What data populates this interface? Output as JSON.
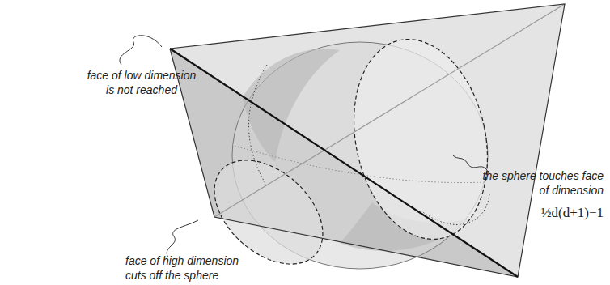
{
  "diagram": {
    "labels": [
      "face of low dimension is not reached",
      "the sphere touches face of dimension",
      "½d(d+1)−1",
      "face of high dimension cuts off the sphere"
    ]
  }
}
